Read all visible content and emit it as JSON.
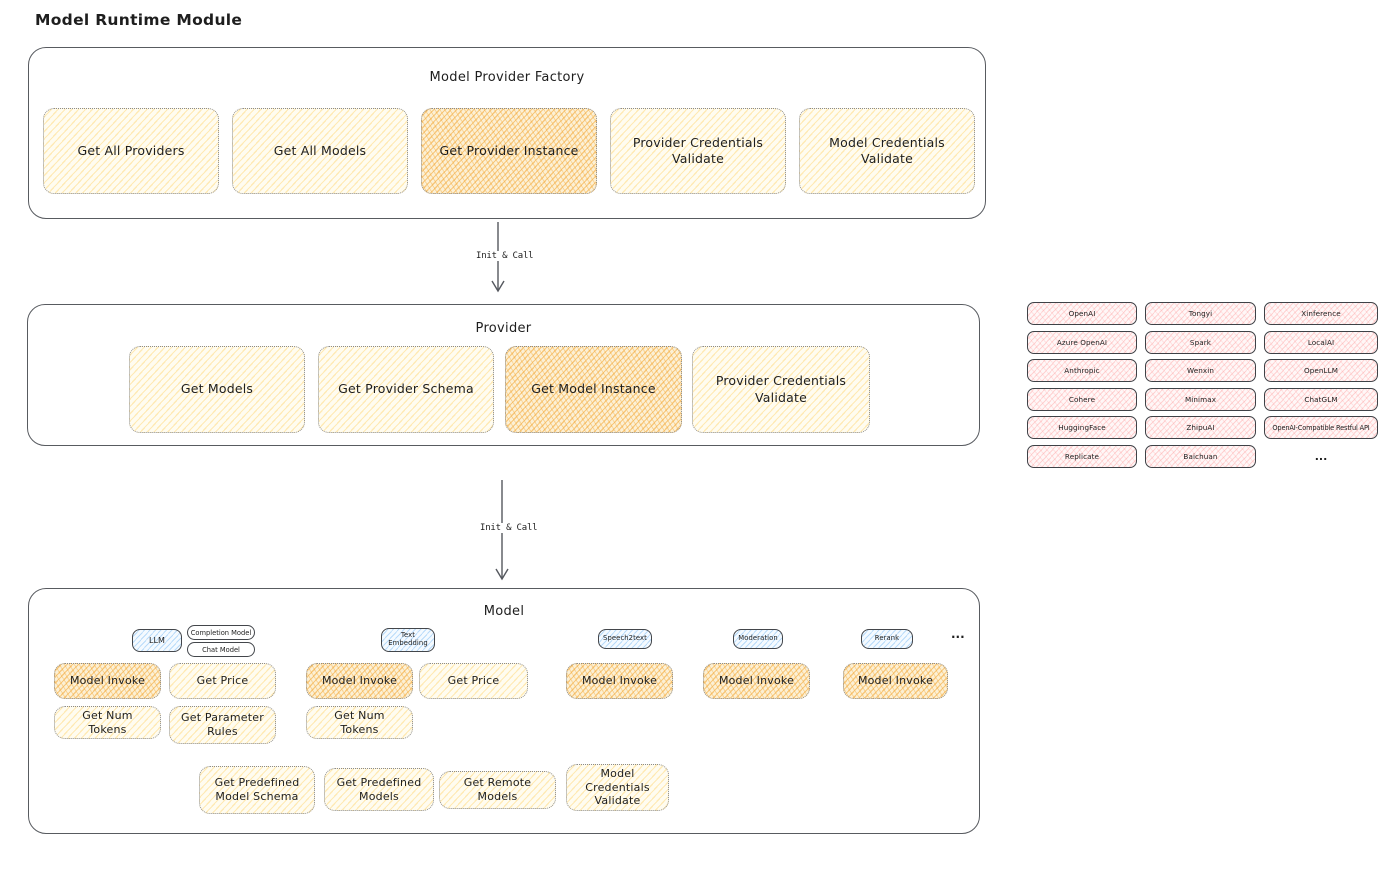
{
  "title": "Model Runtime Module",
  "arrow1_label": "Init & Call",
  "arrow2_label": "Init & Call",
  "factory": {
    "title": "Model Provider Factory",
    "buttons": [
      {
        "label": "Get All Providers",
        "highlighted": false
      },
      {
        "label": "Get All Models",
        "highlighted": false
      },
      {
        "label": "Get Provider Instance",
        "highlighted": true
      },
      {
        "label": "Provider Credentials Validate",
        "highlighted": false
      },
      {
        "label": "Model Credentials Validate",
        "highlighted": false
      }
    ]
  },
  "provider": {
    "title": "Provider",
    "buttons": [
      {
        "label": "Get Models",
        "highlighted": false
      },
      {
        "label": "Get Provider Schema",
        "highlighted": false
      },
      {
        "label": "Get Model Instance",
        "highlighted": true
      },
      {
        "label": "Provider Credentials Validate",
        "highlighted": false
      }
    ]
  },
  "provider_list": {
    "col1": [
      "OpenAI",
      "Azure OpenAI",
      "Anthropic",
      "Cohere",
      "HuggingFace",
      "Replicate"
    ],
    "col2": [
      "Tongyi",
      "Spark",
      "Wenxin",
      "Minimax",
      "ZhipuAI",
      "Baichuan"
    ],
    "col3": [
      "Xinference",
      "LocalAI",
      "OpenLLM",
      "ChatGLM",
      "OpenAI-Compatible Restful API"
    ],
    "more": "..."
  },
  "model": {
    "title": "Model",
    "tabs": {
      "llm": "LLM",
      "completion": "Completion Model",
      "chat": "Chat Model",
      "text_embedding": "Text Embedding",
      "speech2text": "Speech2text",
      "moderation": "Moderation",
      "rerank": "Rerank",
      "more": "..."
    },
    "buttons": {
      "model_invoke": "Model Invoke",
      "get_price": "Get Price",
      "get_num_tokens": "Get Num Tokens",
      "get_parameter_rules": "Get Parameter Rules"
    },
    "bottom_buttons": [
      "Get Predefined Model Schema",
      "Get Predefined Models",
      "Get Remote Models",
      "Model Credentials Validate"
    ]
  },
  "colors": {
    "border_dark": "#585b60",
    "yellow_hatch": "#ffd46a",
    "orange_hatch": "#f3a632",
    "pink_hatch": "#ff9494",
    "blue_hatch": "#7dbcf4",
    "text": "#1e1e1e"
  }
}
